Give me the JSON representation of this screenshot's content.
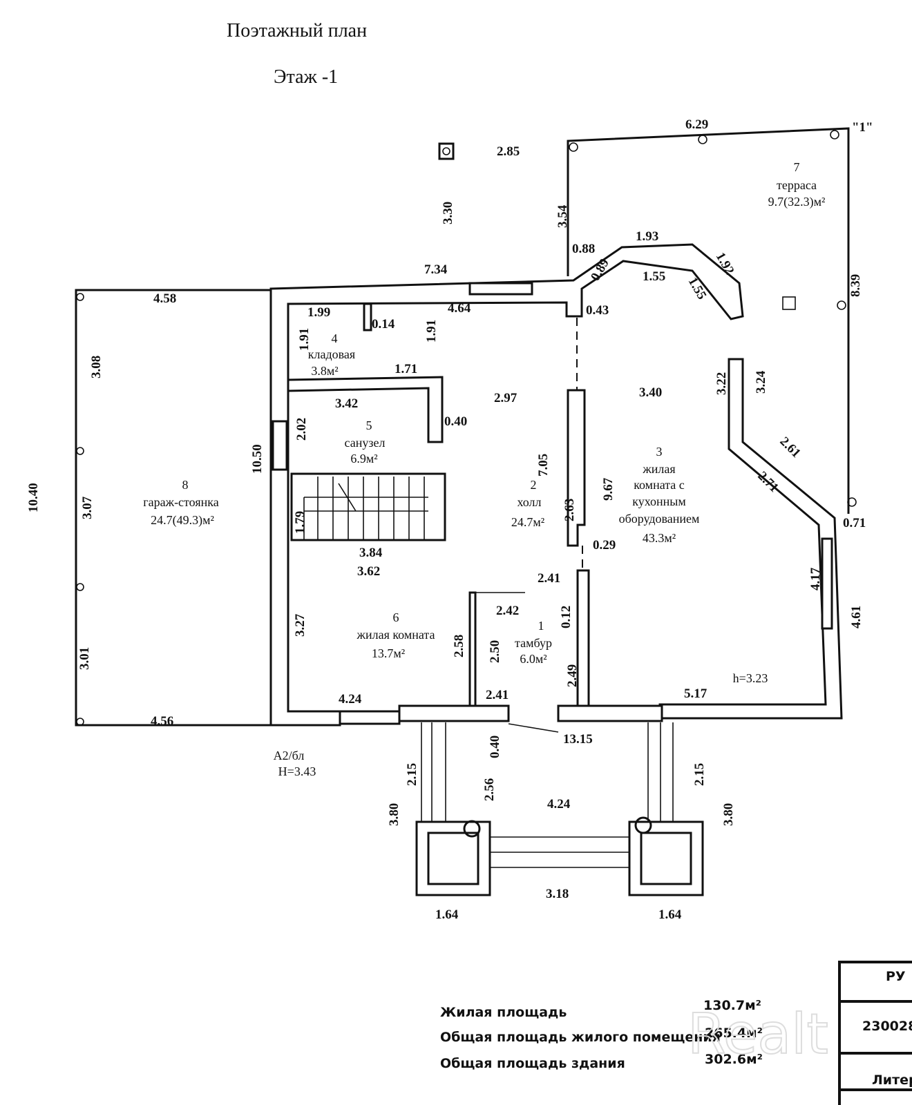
{
  "header": {
    "title": "Поэтажный план",
    "floor": "Этаж -1"
  },
  "rooms": [
    {
      "num": "1",
      "name": "тамбур",
      "area": "6.0м²"
    },
    {
      "num": "2",
      "name": "холл",
      "area": "24.7м²"
    },
    {
      "num": "3",
      "name": "жилая",
      "name2": "комната с",
      "name3": "кухонным",
      "name4": "оборудованием",
      "area": "43.3м²"
    },
    {
      "num": "4",
      "name": "кладовая",
      "area": "3.8м²"
    },
    {
      "num": "5",
      "name": "санузел",
      "area": "6.9м²"
    },
    {
      "num": "6",
      "name": "жилая комната",
      "area": "13.7м²"
    },
    {
      "num": "7",
      "name": "терраса",
      "area": "9.7(32.3)м²"
    },
    {
      "num": "8",
      "name": "гараж-стоянка",
      "area": "24.7(49.3)м²"
    }
  ],
  "dimensions": [
    "6.29",
    "2.85",
    "3.30",
    "3.54",
    "8.39",
    "0.88",
    "1.93",
    "1.92",
    "0.89",
    "1.55",
    "1.55",
    "7.34",
    "4.58",
    "4.64",
    "1.99",
    "0.14",
    "1.91",
    "1.91",
    "0.43",
    "1.71",
    "3.42",
    "2.97",
    "3.40",
    "0.40",
    "2.02",
    "10.50",
    "3.08",
    "3.07",
    "3.01",
    "10.40",
    "7.05",
    "9.67",
    "2.63",
    "1.79",
    "3.84",
    "3.62",
    "3.22",
    "3.24",
    "2.61",
    "2.71",
    "0.71",
    "0.29",
    "2.41",
    "2.42",
    "0.12",
    "3.27",
    "2.58",
    "2.50",
    "2.49",
    "4.17",
    "4.61",
    "4.24",
    "2.41",
    "5.17",
    "4.56",
    "13.15",
    "0.40",
    "2.15",
    "2.56",
    "4.24",
    "2.15",
    "3.80",
    "3.80",
    "3.18",
    "1.64",
    "1.64"
  ],
  "notes": {
    "marker": "\"1\"",
    "lit": "А2/бл",
    "H": "Н=3.43",
    "h": "h=3.23"
  },
  "summary": [
    {
      "label": "Жилая площадь",
      "value": "130.7м²"
    },
    {
      "label": "Общая площадь жилого помещения",
      "value": "265.4м²"
    },
    {
      "label": "Общая площадь здания",
      "value": "302.6м²"
    }
  ],
  "stamp": {
    "top": "РУ",
    "code": "230028",
    "bottom": "Литер"
  },
  "watermark": "Realt"
}
